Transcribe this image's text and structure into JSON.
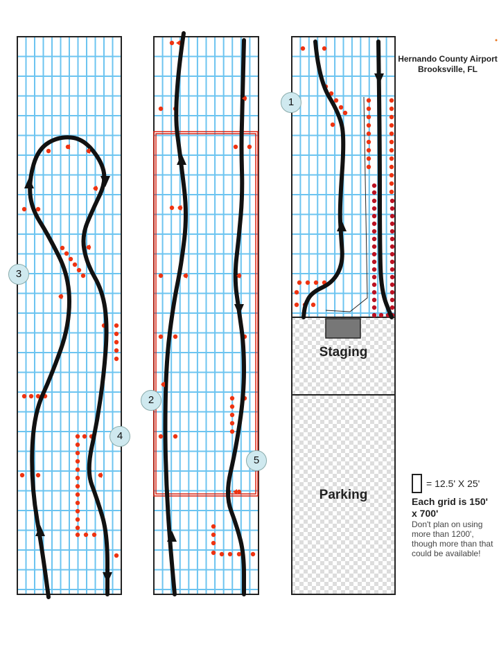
{
  "header": {
    "title_line1": "Hernando County Airport",
    "title_line2": "Brooksville, FL"
  },
  "zones": {
    "staging": "Staging",
    "parking": "Parking"
  },
  "legend": {
    "cell_size": "= 12.5' X 25'",
    "grid_size": "Each grid is 150' x 700'",
    "note": "Don't plan on using more than 1200', though more than that could be available!"
  },
  "markers": [
    "1",
    "2",
    "3",
    "4",
    "5"
  ],
  "colors": {
    "grid": "#6cc4f0",
    "path": "#111111",
    "cone": "#ee3311",
    "box": "#dd2211"
  }
}
